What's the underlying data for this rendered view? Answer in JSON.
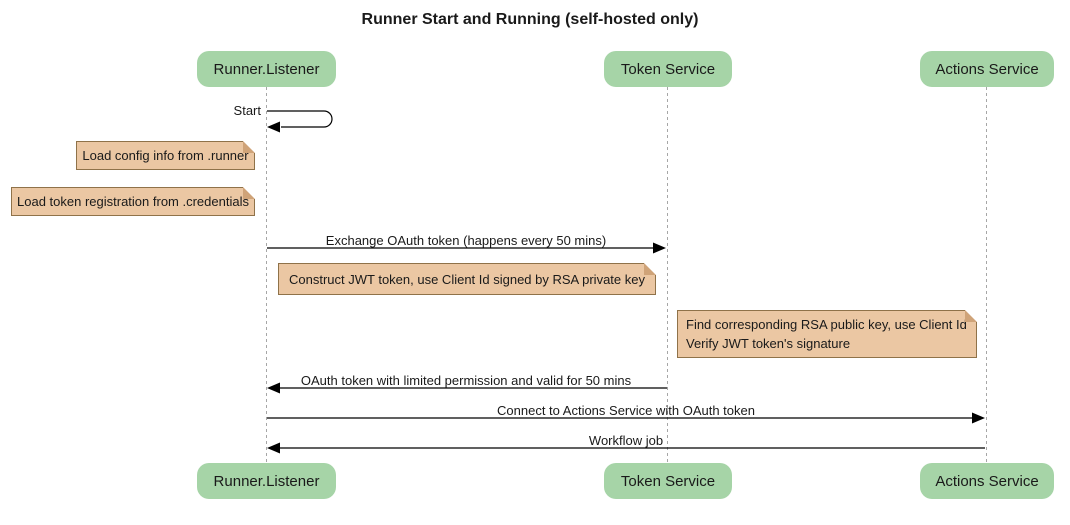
{
  "title": "Runner Start and Running (self-hosted only)",
  "participants": [
    {
      "label": "Runner.Listener"
    },
    {
      "label": "Token Service"
    },
    {
      "label": "Actions Service"
    }
  ],
  "messages": {
    "start": "Start",
    "exchange": "Exchange OAuth token (happens every 50 mins)",
    "oauth_return": "OAuth token with limited permission and valid for 50 mins",
    "connect": "Connect to Actions Service with OAuth token",
    "workflow": "Workflow job"
  },
  "notes": {
    "load_config": "Load config info from .runner",
    "load_credentials": "Load token registration from .credentials",
    "construct_jwt": "Construct JWT token, use Client Id signed by RSA private key",
    "verify_jwt_line1": "Find corresponding RSA public key, use Client Id",
    "verify_jwt_line2": "Verify JWT token's signature"
  },
  "colors": {
    "participant_fill": "#a6d4a7",
    "note_fill": "#ebc7a3",
    "note_border": "#8f7249",
    "note_fold": "#cfa378",
    "lifeline": "#a6a6a6",
    "arrow": "#000000",
    "text": "#1a1a1a"
  }
}
